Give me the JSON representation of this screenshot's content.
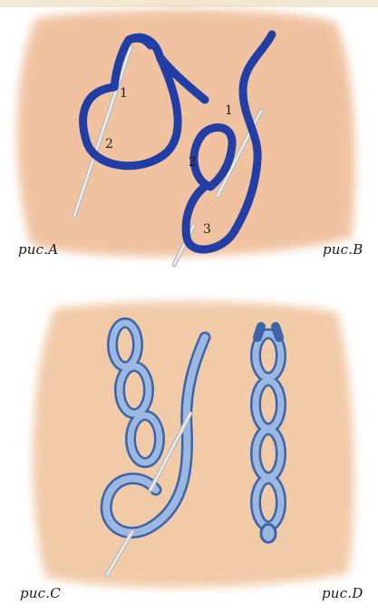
{
  "captions": {
    "a": "рис.A",
    "b": "рис.B",
    "c": "рис.C",
    "d": "рис.D"
  },
  "numbers": {
    "a1": "1",
    "a2": "2",
    "b1": "1",
    "b2": "2",
    "b3": "3"
  },
  "colors": {
    "fabric": "#f0c4a4",
    "thread_dark": "#1f3da8",
    "thread_light": "#8fb0de",
    "needle": "#d8d8d8"
  }
}
